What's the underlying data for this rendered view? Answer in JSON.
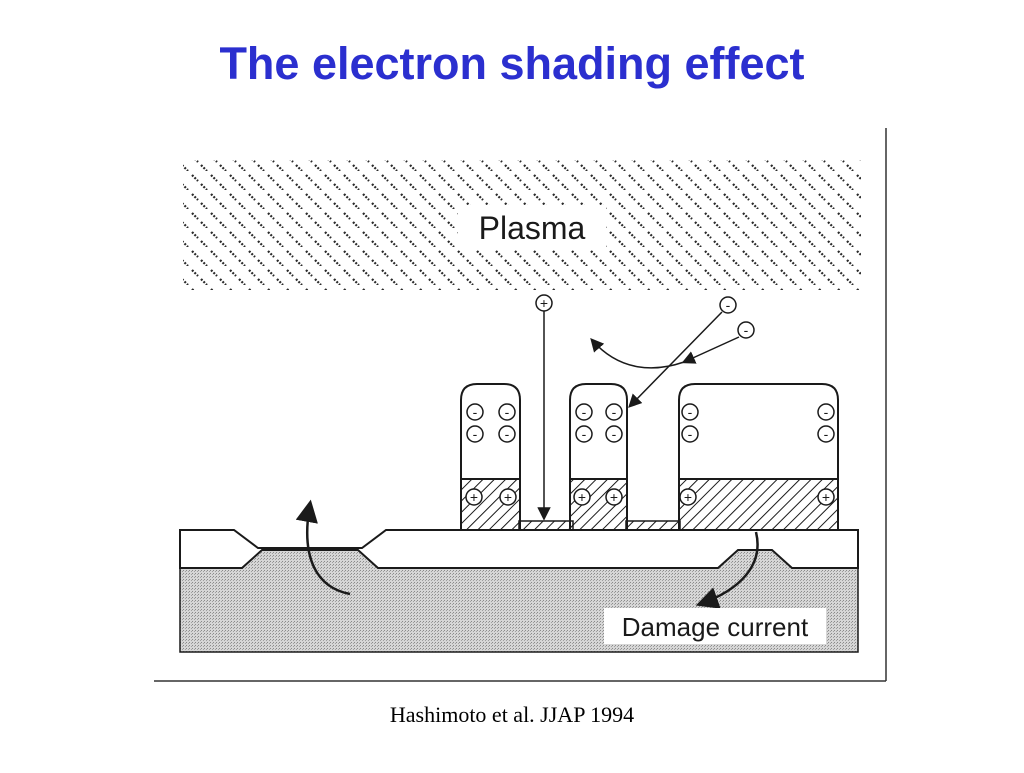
{
  "slide": {
    "title": "The electron shading effect",
    "caption": "Hashimoto et al. JJAP 1994"
  },
  "diagram": {
    "plasma_label": "Plasma",
    "damage_label": "Damage current",
    "ion_symbol": "+",
    "electron_symbol": "-"
  },
  "colors": {
    "title": "#2b2fcf",
    "ink": "#1a1a1a",
    "substrate": "#cfcfcf"
  }
}
